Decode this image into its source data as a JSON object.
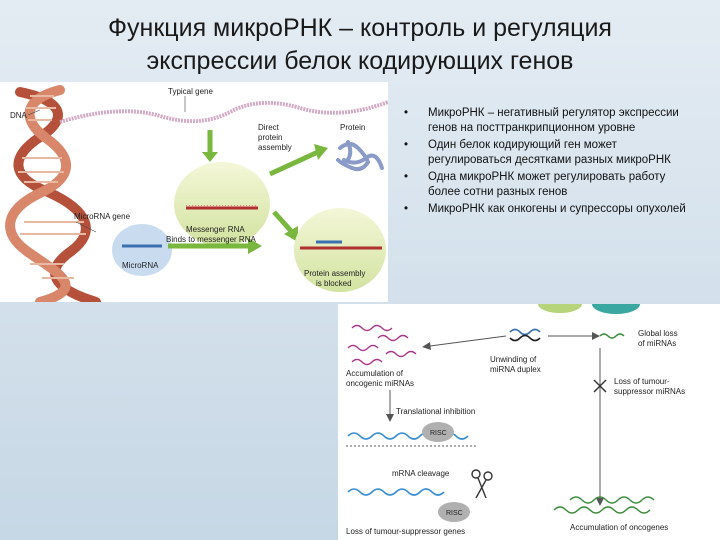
{
  "slide": {
    "title_line1": "Функция микроРНК – контроль и регуляция",
    "title_line2": "экспрессии белок кодирующих генов",
    "bullets": [
      "МикроРНК – негативный регулятор экспрессии генов на посттранкрипционном уровне",
      "Один белок кодирующий ген может регулироваться десятками разных микроРНК",
      "Одна микроРНК может регулировать работу более сотни разных генов",
      "МикроРНК как онкогены и супрессоры опухолей"
    ],
    "bullet_symbol": "•"
  },
  "figure1": {
    "dna": "DNA",
    "typical_gene": "Typical gene",
    "direct_protein": [
      "Direct",
      "protein",
      "assembly"
    ],
    "protein": "Protein",
    "messenger_rna": "Messenger RNA",
    "microrna_gene": "MicroRNA gene",
    "binds": "Binds to messenger RNA",
    "microrna": "MicroRNA",
    "blocked": [
      "Protein assembly",
      "is blocked"
    ]
  },
  "figure2": {
    "unwinding": [
      "Unwinding of",
      "miRNA duplex"
    ],
    "global_loss": [
      "Global loss",
      "of miRNAs"
    ],
    "accumulation_oncogenic": [
      "Accumulation of",
      "oncogenic miRNAs"
    ],
    "loss_tumour_mirnas": [
      "Loss of tumour-",
      "suppressor miRNAs"
    ],
    "translational": "Translational inhibition",
    "risc": "RISC",
    "mrna_cleavage": "mRNA cleavage",
    "accumulation_oncogenes": "Accumulation of oncogenes",
    "loss_tumour_genes": "Loss of tumour-suppressor genes"
  }
}
